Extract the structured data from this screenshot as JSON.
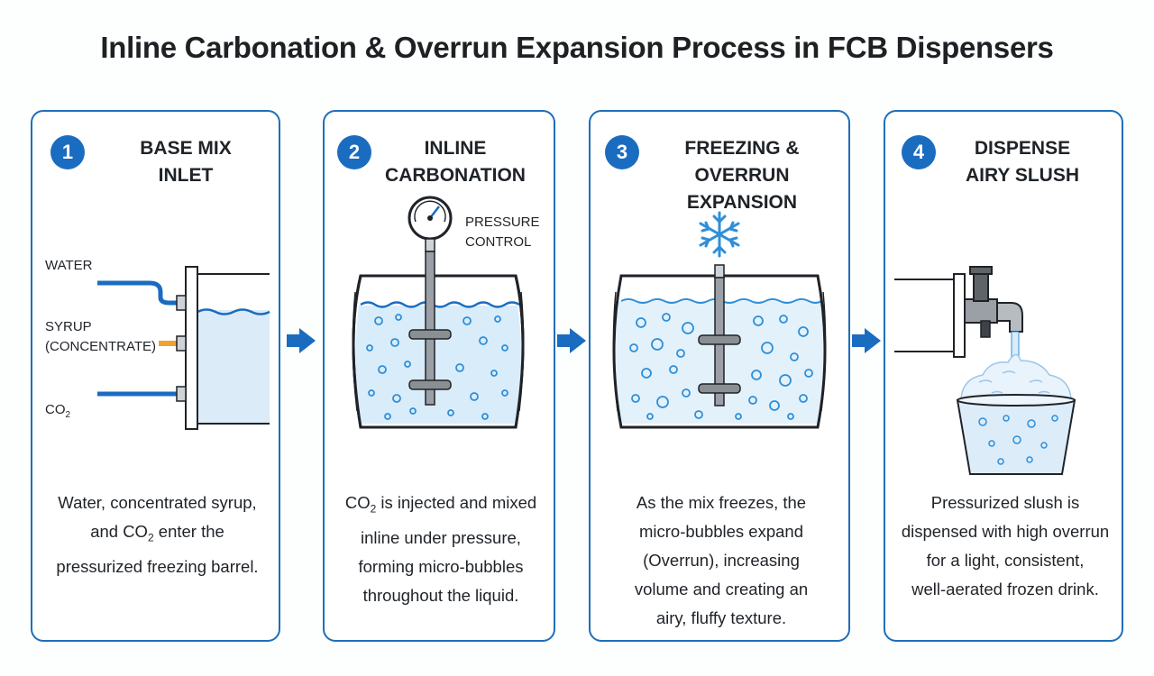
{
  "title": "Inline Carbonation & Overrun Expansion Process in FCB Dispensers",
  "steps": [
    {
      "number": "1",
      "title_line1": "BASE MIX",
      "title_line2": "INLET",
      "labels": {
        "water": "WATER",
        "syrup": "SYRUP",
        "concentrate": "(CONCENTRATE)",
        "co2": "CO",
        "co2_sub": "2"
      },
      "desc": [
        "Water, concentrated syrup,",
        "and CO",
        "2",
        " enter the",
        "pressurized freezing barrel."
      ]
    },
    {
      "number": "2",
      "title_line1": "INLINE",
      "title_line2": "CARBONATION",
      "labels": {
        "pressure": "PRESSURE",
        "control": "CONTROL"
      },
      "desc": [
        "CO",
        "2",
        " is injected and mixed",
        "inline under pressure,",
        "forming micro-bubbles",
        "throughout the liquid."
      ]
    },
    {
      "number": "3",
      "title_line1": "FREEZING &",
      "title_line2": "OVERRUN EXPANSION",
      "desc": [
        "As the mix freezes, the",
        "micro-bubbles expand",
        "(Overrun), increasing",
        "volume and creating an",
        "airy, fluffy texture."
      ]
    },
    {
      "number": "4",
      "title_line1": "DISPENSE",
      "title_line2": "AIRY SLUSH",
      "desc": [
        "Pressurized slush is",
        "dispensed with high overrun",
        "for a light, consistent,",
        "well-aerated frozen drink."
      ]
    }
  ],
  "icons": [
    "arrow-right-icon",
    "pressure-gauge-icon",
    "snowflake-icon",
    "dispense-valve-icon",
    "cup-icon"
  ],
  "colors": {
    "accent": "#1a6cc0",
    "liquid": "#d9ecfa",
    "syrup_pipe": "#f0a22e",
    "metal": "#8a8f94"
  }
}
